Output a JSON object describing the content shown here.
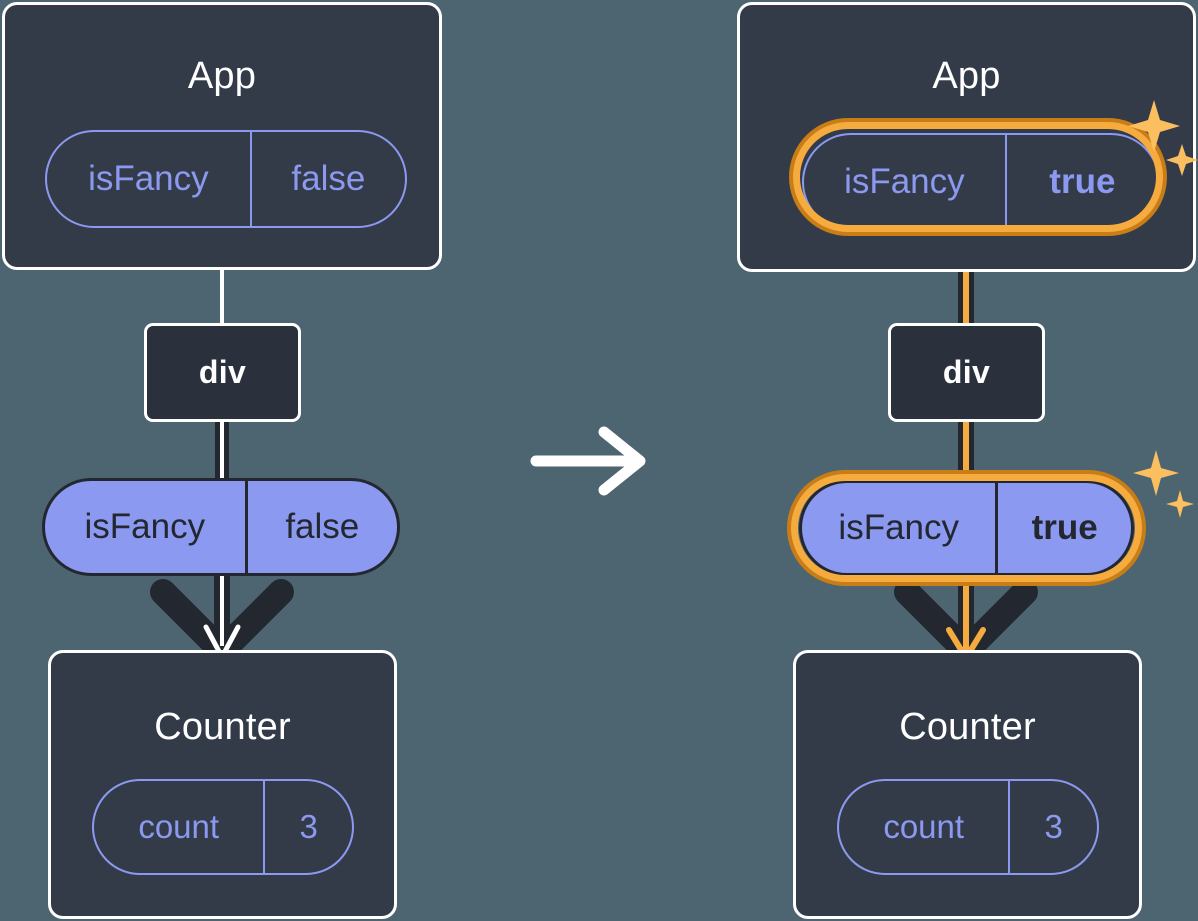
{
  "diagram": {
    "type": "react-state-propagation",
    "background_color": "#4d6571",
    "card_color": "#343b48",
    "accent_purple": "#8b99f0",
    "highlight_orange_outer": "#c87d16",
    "highlight_orange_inner": "#f6ab3e",
    "transition_arrow": "arrow-right-icon"
  },
  "before": {
    "app": {
      "title": "App",
      "state": {
        "name": "isFancy",
        "value": "false",
        "highlighted": false
      }
    },
    "dom": {
      "tag": "div"
    },
    "prop": {
      "name": "isFancy",
      "value": "false",
      "highlighted": false
    },
    "counter": {
      "title": "Counter",
      "state": {
        "name": "count",
        "value": "3",
        "highlighted": false
      }
    }
  },
  "after": {
    "app": {
      "title": "App",
      "state": {
        "name": "isFancy",
        "value": "true",
        "highlighted": true
      }
    },
    "dom": {
      "tag": "div"
    },
    "prop": {
      "name": "isFancy",
      "value": "true",
      "highlighted": true
    },
    "counter": {
      "title": "Counter",
      "state": {
        "name": "count",
        "value": "3",
        "highlighted": false
      }
    }
  }
}
